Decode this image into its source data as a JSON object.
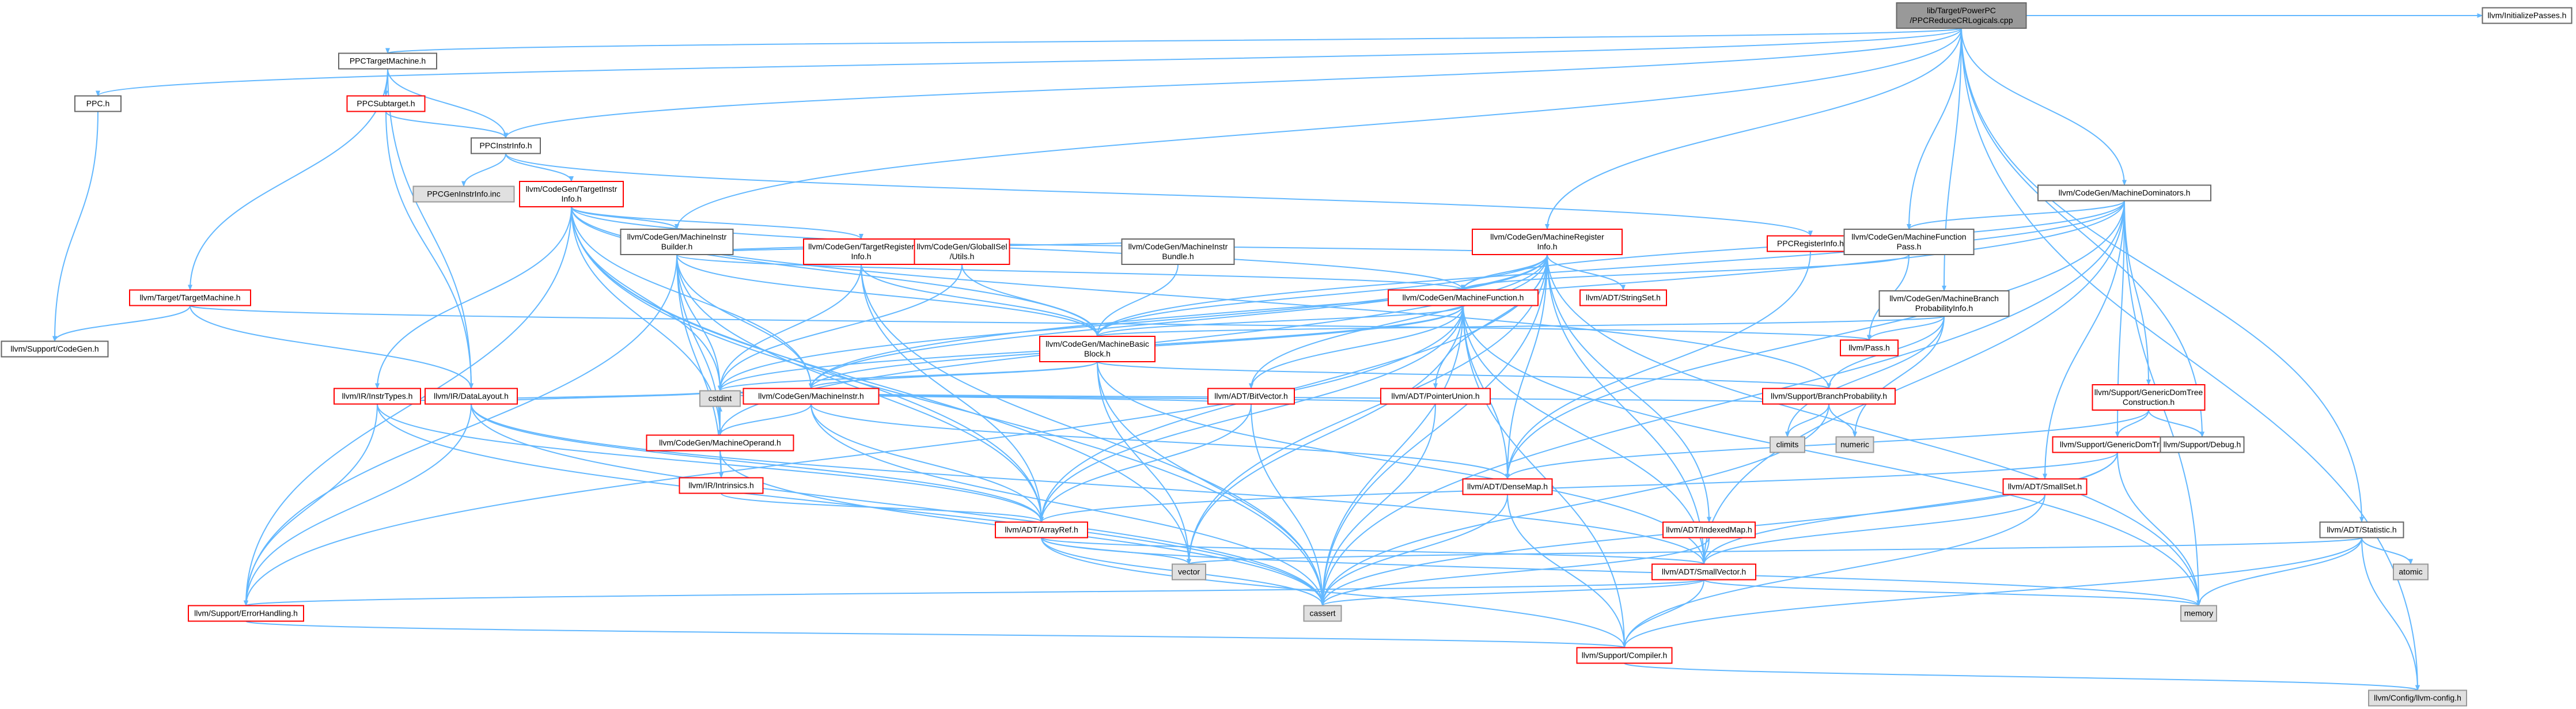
{
  "colors": {
    "edge": "#63b8ff",
    "border_normal": "#666666",
    "border_red": "#ff0000",
    "border_gray": "#999999",
    "fill_white": "#ffffff",
    "fill_gray": "#e0e0e0",
    "fill_root": "#999999"
  },
  "nodes": [
    {
      "id": "root",
      "lines": [
        "lib/Target/PowerPC",
        "/PPCReduceCRLogicals.cpp"
      ],
      "style": "root"
    },
    {
      "id": "ppctm",
      "lines": [
        "PPCTargetMachine.h"
      ],
      "style": "normal"
    },
    {
      "id": "ppch",
      "lines": [
        "PPC.h"
      ],
      "style": "normal"
    },
    {
      "id": "ppcsub",
      "lines": [
        "PPCSubtarget.h"
      ],
      "style": "red"
    },
    {
      "id": "ppcii",
      "lines": [
        "PPCInstrInfo.h"
      ],
      "style": "normal"
    },
    {
      "id": "gen",
      "lines": [
        "PPCGenInstrInfo.inc"
      ],
      "style": "gray"
    },
    {
      "id": "tii",
      "lines": [
        "llvm/CodeGen/TargetInstr",
        "Info.h"
      ],
      "style": "red"
    },
    {
      "id": "mib",
      "lines": [
        "llvm/CodeGen/MachineInstr",
        "Builder.h"
      ],
      "style": "normal"
    },
    {
      "id": "ltm",
      "lines": [
        "llvm/Target/TargetMachine.h"
      ],
      "style": "red"
    },
    {
      "id": "cg",
      "lines": [
        "llvm/Support/CodeGen.h"
      ],
      "style": "normal"
    },
    {
      "id": "tri",
      "lines": [
        "llvm/CodeGen/TargetRegister",
        "Info.h"
      ],
      "style": "red"
    },
    {
      "id": "gisel",
      "lines": [
        "llvm/CodeGen/GlobalISel",
        "/Utils.h"
      ],
      "style": "red"
    },
    {
      "id": "mibund",
      "lines": [
        "llvm/CodeGen/MachineInstr",
        "Bundle.h"
      ],
      "style": "normal"
    },
    {
      "id": "mri",
      "lines": [
        "llvm/CodeGen/MachineRegister",
        "Info.h"
      ],
      "style": "red"
    },
    {
      "id": "mf",
      "lines": [
        "llvm/CodeGen/MachineFunction.h"
      ],
      "style": "red"
    },
    {
      "id": "strset",
      "lines": [
        "llvm/ADT/StringSet.h"
      ],
      "style": "red"
    },
    {
      "id": "ppcri",
      "lines": [
        "PPCRegisterInfo.h"
      ],
      "style": "red"
    },
    {
      "id": "mdom",
      "lines": [
        "llvm/CodeGen/MachineDominators.h"
      ],
      "style": "normal"
    },
    {
      "id": "mfp",
      "lines": [
        "llvm/CodeGen/MachineFunction",
        "Pass.h"
      ],
      "style": "normal"
    },
    {
      "id": "mbpi",
      "lines": [
        "llvm/CodeGen/MachineBranch",
        "ProbabilityInfo.h"
      ],
      "style": "normal"
    },
    {
      "id": "pass",
      "lines": [
        "llvm/Pass.h"
      ],
      "style": "red"
    },
    {
      "id": "mbb",
      "lines": [
        "llvm/CodeGen/MachineBasic",
        "Block.h"
      ],
      "style": "red"
    },
    {
      "id": "mi",
      "lines": [
        "llvm/CodeGen/MachineInstr.h"
      ],
      "style": "red"
    },
    {
      "id": "mo",
      "lines": [
        "llvm/CodeGen/MachineOperand.h"
      ],
      "style": "red"
    },
    {
      "id": "intr",
      "lines": [
        "llvm/IR/Intrinsics.h"
      ],
      "style": "red"
    },
    {
      "id": "itypes",
      "lines": [
        "llvm/IR/InstrTypes.h"
      ],
      "style": "red"
    },
    {
      "id": "dl",
      "lines": [
        "llvm/IR/DataLayout.h"
      ],
      "style": "red"
    },
    {
      "id": "cstdint",
      "lines": [
        "cstdint"
      ],
      "style": "gray"
    },
    {
      "id": "bitv",
      "lines": [
        "llvm/ADT/BitVector.h"
      ],
      "style": "red"
    },
    {
      "id": "ptru",
      "lines": [
        "llvm/ADT/PointerUnion.h"
      ],
      "style": "red"
    },
    {
      "id": "bp",
      "lines": [
        "llvm/Support/BranchProbability.h"
      ],
      "style": "red"
    },
    {
      "id": "climits",
      "lines": [
        "climits"
      ],
      "style": "gray"
    },
    {
      "id": "numeric",
      "lines": [
        "numeric"
      ],
      "style": "gray"
    },
    {
      "id": "gdtc",
      "lines": [
        "llvm/Support/GenericDomTree",
        "Construction.h"
      ],
      "style": "red"
    },
    {
      "id": "gdt",
      "lines": [
        "llvm/Support/GenericDomTree.h"
      ],
      "style": "red"
    },
    {
      "id": "debug",
      "lines": [
        "llvm/Support/Debug.h"
      ],
      "style": "normal"
    },
    {
      "id": "dmap",
      "lines": [
        "llvm/ADT/DenseMap.h"
      ],
      "style": "red"
    },
    {
      "id": "sset",
      "lines": [
        "llvm/ADT/SmallSet.h"
      ],
      "style": "red"
    },
    {
      "id": "imap",
      "lines": [
        "llvm/ADT/IndexedMap.h"
      ],
      "style": "red"
    },
    {
      "id": "aref",
      "lines": [
        "llvm/ADT/ArrayRef.h"
      ],
      "style": "red"
    },
    {
      "id": "vector",
      "lines": [
        "vector"
      ],
      "style": "gray"
    },
    {
      "id": "svec",
      "lines": [
        "llvm/ADT/SmallVector.h"
      ],
      "style": "red"
    },
    {
      "id": "stat",
      "lines": [
        "llvm/ADT/Statistic.h"
      ],
      "style": "normal"
    },
    {
      "id": "atomic",
      "lines": [
        "atomic"
      ],
      "style": "gray"
    },
    {
      "id": "memory",
      "lines": [
        "memory"
      ],
      "style": "gray"
    },
    {
      "id": "cassert",
      "lines": [
        "cassert"
      ],
      "style": "gray"
    },
    {
      "id": "errh",
      "lines": [
        "llvm/Support/ErrorHandling.h"
      ],
      "style": "red"
    },
    {
      "id": "comp",
      "lines": [
        "llvm/Support/Compiler.h"
      ],
      "style": "red"
    },
    {
      "id": "cfg",
      "lines": [
        "llvm/Config/llvm-config.h"
      ],
      "style": "gray"
    },
    {
      "id": "initp",
      "lines": [
        "llvm/InitializePasses.h"
      ],
      "style": "normal"
    }
  ],
  "edges": [
    [
      "root",
      "ppctm"
    ],
    [
      "root",
      "ppch"
    ],
    [
      "root",
      "ppcii"
    ],
    [
      "root",
      "initp"
    ],
    [
      "root",
      "stat"
    ],
    [
      "root",
      "mdom"
    ],
    [
      "root",
      "mfp"
    ],
    [
      "root",
      "mbpi"
    ],
    [
      "root",
      "mri"
    ],
    [
      "root",
      "mib"
    ],
    [
      "root",
      "debug"
    ],
    [
      "root",
      "cfg"
    ],
    [
      "ppctm",
      "ppcsub"
    ],
    [
      "ppctm",
      "ppcii"
    ],
    [
      "ppctm",
      "ltm"
    ],
    [
      "ppctm",
      "dl"
    ],
    [
      "ppch",
      "cg"
    ],
    [
      "ppcsub",
      "ppcii"
    ],
    [
      "ppcsub",
      "dl"
    ],
    [
      "ppcii",
      "gen"
    ],
    [
      "ppcii",
      "tii"
    ],
    [
      "ppcii",
      "ppcri"
    ],
    [
      "tii",
      "mib"
    ],
    [
      "tii",
      "tri"
    ],
    [
      "tii",
      "mbb"
    ],
    [
      "tii",
      "mi"
    ],
    [
      "tii",
      "mo"
    ],
    [
      "tii",
      "mf"
    ],
    [
      "tii",
      "aref"
    ],
    [
      "tii",
      "errh"
    ],
    [
      "tii",
      "cassert"
    ],
    [
      "tii",
      "cstdint"
    ],
    [
      "tii",
      "vector"
    ],
    [
      "tii",
      "bp"
    ],
    [
      "tii",
      "itypes"
    ],
    [
      "mib",
      "gisel"
    ],
    [
      "mib",
      "mibund"
    ],
    [
      "mib",
      "mbb"
    ],
    [
      "mib",
      "mf"
    ],
    [
      "mib",
      "mi"
    ],
    [
      "mib",
      "mo"
    ],
    [
      "mib",
      "intr"
    ],
    [
      "mib",
      "errh"
    ],
    [
      "mib",
      "cstdint"
    ],
    [
      "mib",
      "aref"
    ],
    [
      "ltm",
      "cg"
    ],
    [
      "ltm",
      "dl"
    ],
    [
      "ltm",
      "pass"
    ],
    [
      "tri",
      "mbb"
    ],
    [
      "tri",
      "cstdint"
    ],
    [
      "tri",
      "aref"
    ],
    [
      "tri",
      "cassert"
    ],
    [
      "gisel",
      "mbb"
    ],
    [
      "gisel",
      "cstdint"
    ],
    [
      "mibund",
      "mbb"
    ],
    [
      "mri",
      "mbb"
    ],
    [
      "mri",
      "mf"
    ],
    [
      "mri",
      "mi"
    ],
    [
      "mri",
      "mo"
    ],
    [
      "mri",
      "bitv"
    ],
    [
      "mri",
      "ptru"
    ],
    [
      "mri",
      "imap"
    ],
    [
      "mri",
      "strset"
    ],
    [
      "mri",
      "dmap"
    ],
    [
      "mri",
      "aref"
    ],
    [
      "mri",
      "svec"
    ],
    [
      "mri",
      "cassert"
    ],
    [
      "mri",
      "cstdint"
    ],
    [
      "mri",
      "memory"
    ],
    [
      "mri",
      "vector"
    ],
    [
      "mri",
      "tri"
    ],
    [
      "mf",
      "mbb"
    ],
    [
      "mf",
      "mi"
    ],
    [
      "mf",
      "bitv"
    ],
    [
      "mf",
      "dmap"
    ],
    [
      "mf",
      "aref"
    ],
    [
      "mf",
      "svec"
    ],
    [
      "mf",
      "cassert"
    ],
    [
      "mf",
      "cstdint"
    ],
    [
      "mf",
      "memory"
    ],
    [
      "mf",
      "vector"
    ],
    [
      "mf",
      "comp"
    ],
    [
      "mf",
      "errh"
    ],
    [
      "ppcri",
      "dmap"
    ],
    [
      "mdom",
      "mbb"
    ],
    [
      "mdom",
      "mfp"
    ],
    [
      "mdom",
      "mf"
    ],
    [
      "mdom",
      "mi"
    ],
    [
      "mdom",
      "gdtc"
    ],
    [
      "mdom",
      "gdt"
    ],
    [
      "mdom",
      "dmap"
    ],
    [
      "mdom",
      "sset"
    ],
    [
      "mdom",
      "svec"
    ],
    [
      "mdom",
      "cassert"
    ],
    [
      "mdom",
      "memory"
    ],
    [
      "mfp",
      "mf"
    ],
    [
      "mfp",
      "pass"
    ],
    [
      "mbpi",
      "mbb"
    ],
    [
      "mbpi",
      "pass"
    ],
    [
      "mbpi",
      "bp"
    ],
    [
      "mbpi",
      "climits"
    ],
    [
      "mbpi",
      "numeric"
    ],
    [
      "mbb",
      "mi"
    ],
    [
      "mbb",
      "bp"
    ],
    [
      "mbb",
      "cassert"
    ],
    [
      "mbb",
      "cstdint"
    ],
    [
      "mbb",
      "vector"
    ],
    [
      "mbb",
      "svec"
    ],
    [
      "mi",
      "mo"
    ],
    [
      "mi",
      "aref"
    ],
    [
      "mi",
      "cassert"
    ],
    [
      "mi",
      "cstdint"
    ],
    [
      "mi",
      "dmap"
    ],
    [
      "mo",
      "intr"
    ],
    [
      "mo",
      "cassert"
    ],
    [
      "mo",
      "cstdint"
    ],
    [
      "intr",
      "aref"
    ],
    [
      "itypes",
      "aref"
    ],
    [
      "itypes",
      "cstdint"
    ],
    [
      "itypes",
      "errh"
    ],
    [
      "itypes",
      "cassert"
    ],
    [
      "dl",
      "aref"
    ],
    [
      "dl",
      "errh"
    ],
    [
      "dl",
      "cassert"
    ],
    [
      "dl",
      "cstdint"
    ],
    [
      "dl",
      "svec"
    ],
    [
      "bitv",
      "aref"
    ],
    [
      "bitv",
      "cassert"
    ],
    [
      "bitv",
      "cstdint"
    ],
    [
      "ptru",
      "cassert"
    ],
    [
      "ptru",
      "cstdint"
    ],
    [
      "bp",
      "climits"
    ],
    [
      "bp",
      "numeric"
    ],
    [
      "bp",
      "cassert"
    ],
    [
      "bp",
      "cstdint"
    ],
    [
      "gdtc",
      "gdt"
    ],
    [
      "gdtc",
      "debug"
    ],
    [
      "gdtc",
      "dmap"
    ],
    [
      "gdt",
      "aref"
    ],
    [
      "gdt",
      "svec"
    ],
    [
      "gdt",
      "cassert"
    ],
    [
      "gdt",
      "memory"
    ],
    [
      "dmap",
      "comp"
    ],
    [
      "dmap",
      "cassert"
    ],
    [
      "sset",
      "svec"
    ],
    [
      "sset",
      "comp"
    ],
    [
      "imap",
      "svec"
    ],
    [
      "imap",
      "cassert"
    ],
    [
      "aref",
      "svec"
    ],
    [
      "aref",
      "comp"
    ],
    [
      "aref",
      "cassert"
    ],
    [
      "aref",
      "memory"
    ],
    [
      "aref",
      "vector"
    ],
    [
      "svec",
      "comp"
    ],
    [
      "svec",
      "cassert"
    ],
    [
      "svec",
      "memory"
    ],
    [
      "svec",
      "errh"
    ],
    [
      "stat",
      "atomic"
    ],
    [
      "stat",
      "memory"
    ],
    [
      "stat",
      "vector"
    ],
    [
      "stat",
      "comp"
    ],
    [
      "stat",
      "cfg"
    ],
    [
      "errh",
      "comp"
    ],
    [
      "comp",
      "cfg"
    ]
  ]
}
